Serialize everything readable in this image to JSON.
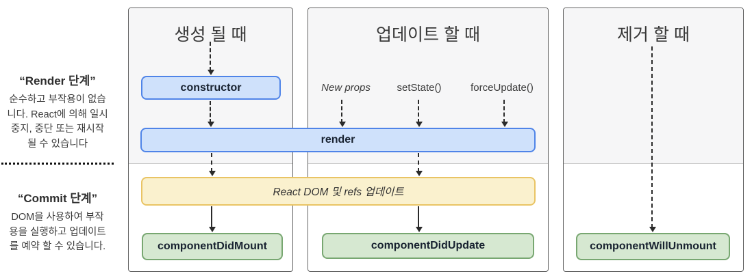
{
  "sidebar": {
    "render_phase": {
      "title": "“Render 단계”",
      "lines": [
        "순수하고 부작용이 없습",
        "니다. React에 의해 일시",
        "중지, 중단 또는 재시작",
        "될 수 있습니다"
      ]
    },
    "commit_phase": {
      "title": "“Commit 단계”",
      "lines": [
        "DOM을 사용하여 부작",
        "용을 실행하고 업데이트",
        "를 예약 할 수 있습니다."
      ]
    }
  },
  "columns": {
    "mount": {
      "title": "생성 될 때"
    },
    "update": {
      "title": "업데이트 할 때",
      "triggers": [
        "New props",
        "setState()",
        "forceUpdate()"
      ]
    },
    "unmount": {
      "title": "제거 할 때"
    }
  },
  "nodes": {
    "constructor": "constructor",
    "render": "render",
    "react_dom_update": "React DOM 및 refs 업데이트",
    "component_did_mount": "componentDidMount",
    "component_did_update": "componentDidUpdate",
    "component_will_unmount": "componentWillUnmount"
  },
  "colors": {
    "render_phase_bg": "#f6f6f7",
    "commit_phase_bg": "#ffffff",
    "panel_border": "#616161",
    "phase_divider": "#c9c9c9",
    "blue_fill": "#cfe1fb",
    "blue_border": "#4f84e8",
    "green_fill": "#d6e8d1",
    "green_border": "#78a771",
    "yellow_fill": "#faf1ce",
    "yellow_border": "#e9c464",
    "arrow": "#2a2a2a"
  }
}
